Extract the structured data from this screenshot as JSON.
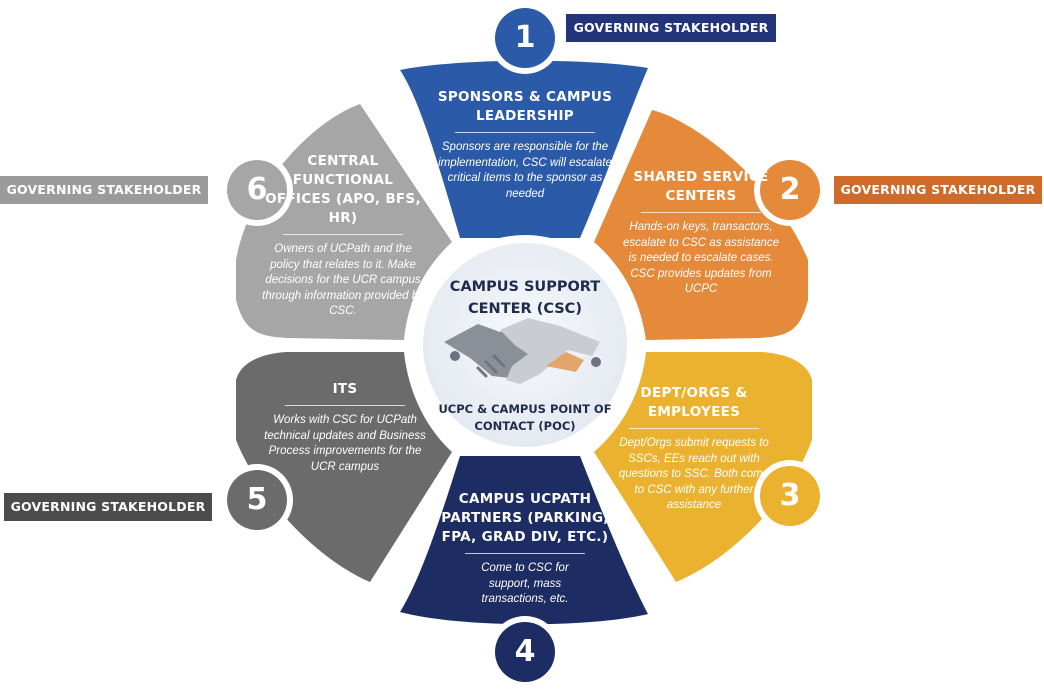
{
  "center": {
    "title": "CAMPUS SUPPORT CENTER (CSC)",
    "subtitle": "UCPC & CAMPUS POINT OF CONTACT (POC)",
    "icon": "handshake-icon"
  },
  "segments": [
    {
      "number": "1",
      "title": "SPONSORS & CAMPUS LEADERSHIP",
      "description": "Sponsors are responsible for the implementation, CSC will escalate critical items to the sponsor as needed",
      "color": "#2b5aa8",
      "tag": "GOVERNING STAKEHOLDER",
      "tag_color": "#22347a"
    },
    {
      "number": "2",
      "title": "SHARED SERVICE CENTERS",
      "description": "Hands-on keys, transactors, escalate to CSC as assistance is needed to escalate cases. CSC provides updates from UCPC",
      "color": "#e5893a",
      "tag": "GOVERNING STAKEHOLDER",
      "tag_color": "#cf6b2a"
    },
    {
      "number": "3",
      "title": "DEPT/ORGS & EMPLOYEES",
      "description": "Dept/Orgs submit requests to SSCs, EEs reach out with questions to SSC. Both come to CSC with any further assistance",
      "color": "#ebb22f"
    },
    {
      "number": "4",
      "title": "CAMPUS UCPATH PARTNERS (PARKING, FPA, GRAD DIV, ETC.)",
      "description": "Come to CSC for support, mass transactions, etc.",
      "color": "#1d2d63"
    },
    {
      "number": "5",
      "title": "ITS",
      "description": "Works with CSC for UCPath technical updates and Business Process improvements for the UCR campus",
      "color": "#6b6b6b",
      "tag": "GOVERNING STAKEHOLDER",
      "tag_color": "#4c4c4c"
    },
    {
      "number": "6",
      "title": "CENTRAL FUNCTIONAL OFFICES (APO, BFS, HR)",
      "description": "Owners of UCPath and the policy that relates to it. Make decisions for the UCR campus through information provided by CSC.",
      "color": "#a6a6a6",
      "tag": "GOVERNING STAKEHOLDER",
      "tag_color": "#9b9b9b"
    }
  ]
}
